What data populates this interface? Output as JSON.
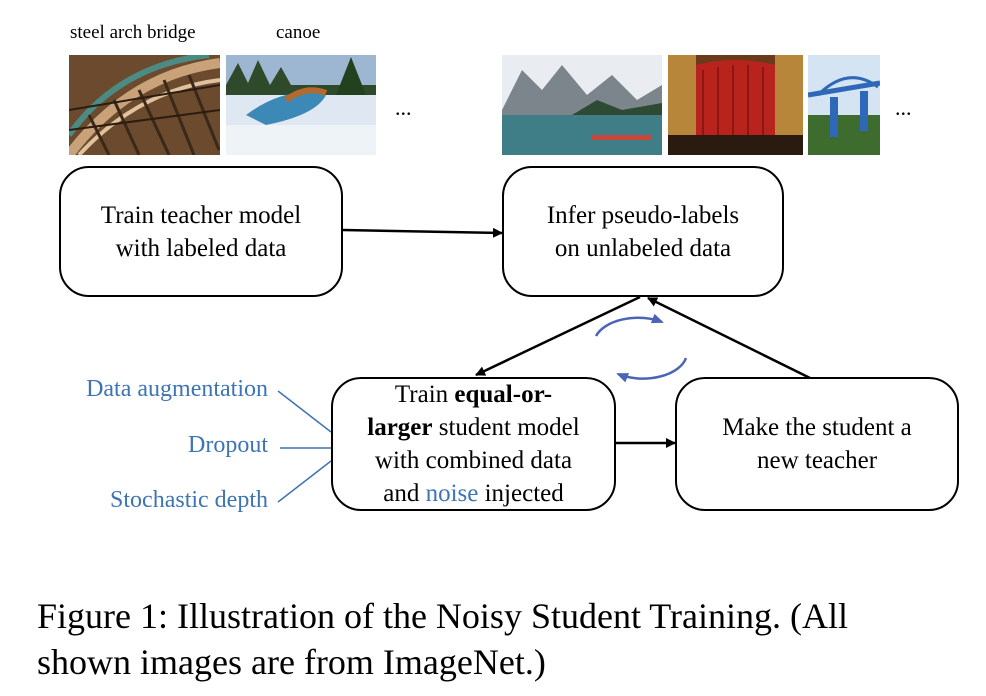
{
  "images": {
    "labeled": [
      {
        "label": "steel arch bridge"
      },
      {
        "label": "canoe"
      }
    ],
    "ellipsis_labeled": "...",
    "ellipsis_unlabeled": "..."
  },
  "boxes": {
    "train_teacher": {
      "line1": "Train teacher model",
      "line2": "with labeled data"
    },
    "infer_pseudo": {
      "line1": "Infer pseudo-labels",
      "line2": "on unlabeled data"
    },
    "train_student": {
      "part1": "Train ",
      "bold1": "equal-or-",
      "bold2": "larger",
      "part2": " student model",
      "line3": "with combined data",
      "part4a": "and ",
      "noise": "noise",
      "part4b": " injected"
    },
    "make_teacher": {
      "line1": "Make the student a",
      "line2": "new teacher"
    }
  },
  "noise_sources": [
    "Data augmentation",
    "Dropout",
    "Stochastic depth"
  ],
  "caption": {
    "line1": "Figure 1: Illustration of the Noisy Student Training.  (All",
    "line2": "shown images are from ImageNet.)"
  },
  "colors": {
    "accent": "#3d74b4",
    "loop": "#4a65b5"
  }
}
